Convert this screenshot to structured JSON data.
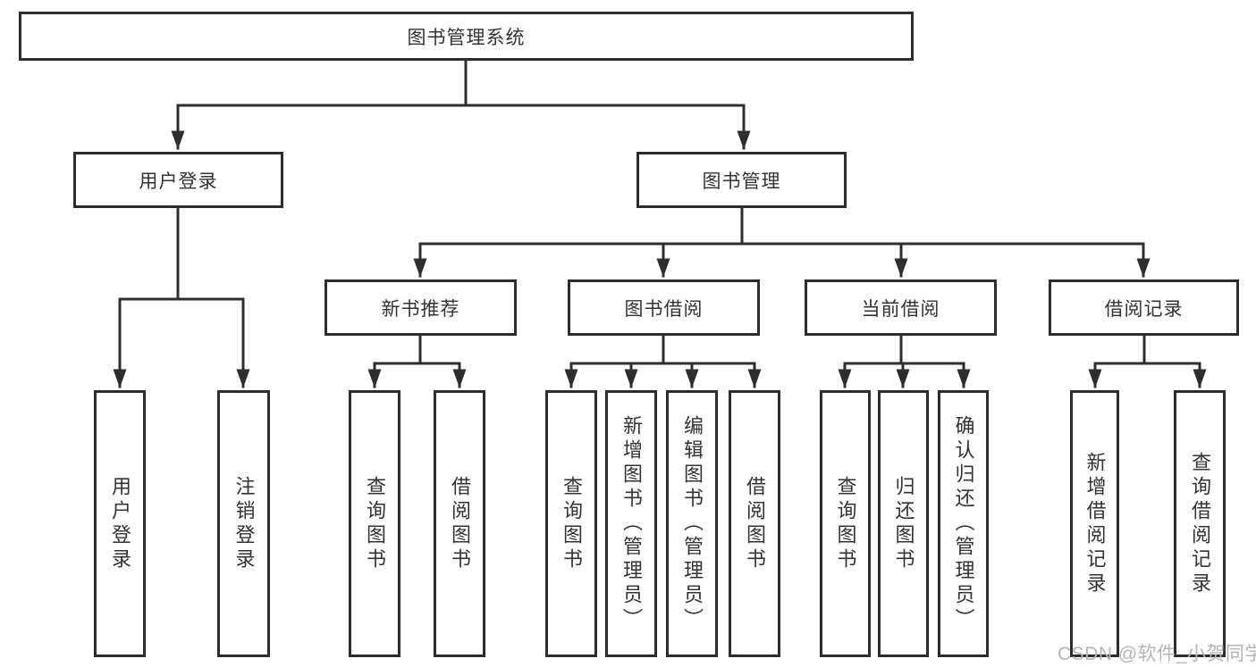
{
  "diagram_type": "hierarchy-tree",
  "colors": {
    "line": "#2e2e2e",
    "box_border": "#2d2d2d",
    "box_background": "#ffffff",
    "text": "#333333",
    "watermark": "#b5b5b5",
    "page_background": "#ffffff"
  },
  "watermark": "CSDN @软件_小贺同学",
  "tree": {
    "label": "图书管理系统",
    "children": [
      {
        "label": "用户登录",
        "children": [
          {
            "label": "用户登录"
          },
          {
            "label": "注销登录"
          }
        ]
      },
      {
        "label": "图书管理",
        "children": [
          {
            "label": "新书推荐",
            "children": [
              {
                "label": "查询图书"
              },
              {
                "label": "借阅图书"
              }
            ]
          },
          {
            "label": "图书借阅",
            "children": [
              {
                "label": "查询图书"
              },
              {
                "label": "新增图书（管理员）"
              },
              {
                "label": "编辑图书（管理员）"
              },
              {
                "label": "借阅图书"
              }
            ]
          },
          {
            "label": "当前借阅",
            "children": [
              {
                "label": "查询图书"
              },
              {
                "label": "归还图书"
              },
              {
                "label": "确认归还（管理员）"
              }
            ]
          },
          {
            "label": "借阅记录",
            "children": [
              {
                "label": "新增借阅记录"
              },
              {
                "label": "查询借阅记录"
              }
            ]
          }
        ]
      }
    ]
  }
}
